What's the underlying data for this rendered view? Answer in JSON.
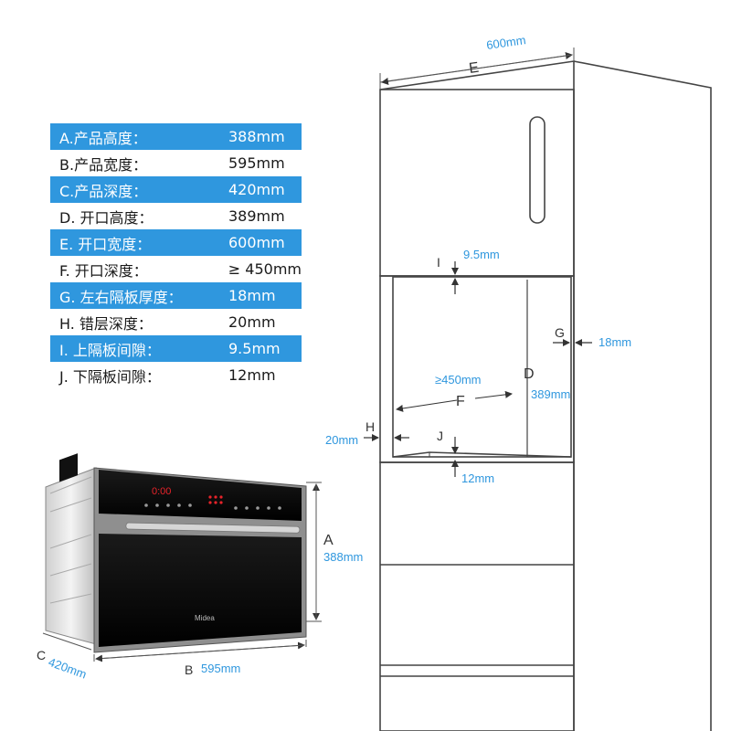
{
  "specs": [
    {
      "label": "A.产品高度：",
      "value": "388mm",
      "highlight": true
    },
    {
      "label": "B.产品宽度：",
      "value": "595mm",
      "highlight": false
    },
    {
      "label": "C.产品深度：",
      "value": "420mm",
      "highlight": true
    },
    {
      "label": "D. 开口高度：",
      "value": "389mm",
      "highlight": false
    },
    {
      "label": "E. 开口宽度：",
      "value": "600mm",
      "highlight": true
    },
    {
      "label": "F. 开口深度：",
      "value": "≥ 450mm",
      "highlight": false
    },
    {
      "label": "G. 左右隔板厚度：",
      "value": "18mm",
      "highlight": true
    },
    {
      "label": "H. 错层深度：",
      "value": "20mm",
      "highlight": false
    },
    {
      "label": "I.  上隔板间隙：",
      "value": "9.5mm",
      "highlight": true
    },
    {
      "label": "J. 下隔板间隙：",
      "value": "12mm",
      "highlight": false
    }
  ],
  "oven": {
    "brand": "Midea",
    "display": "0:00",
    "dim_a_letter": "A",
    "dim_a_value": "388mm",
    "dim_b_letter": "B",
    "dim_b_value": "595mm",
    "dim_c_letter": "C",
    "dim_c_value": "420mm"
  },
  "cabinet": {
    "e_letter": "E",
    "e_value": "600mm",
    "i_letter": "I",
    "i_value": "9.5mm",
    "g_letter": "G",
    "g_value": "18mm",
    "f_letter": "F",
    "f_value": "≥450mm",
    "d_letter": "D",
    "d_value": "389mm",
    "h_letter": "H",
    "h_value": "20mm",
    "j_letter": "J",
    "j_value": "12mm"
  },
  "colors": {
    "highlight": "#2f97de",
    "dimension_text": "#2f97de",
    "line": "#444444",
    "oven_glass": "#0a0a0a",
    "oven_display": "#e8232a"
  }
}
